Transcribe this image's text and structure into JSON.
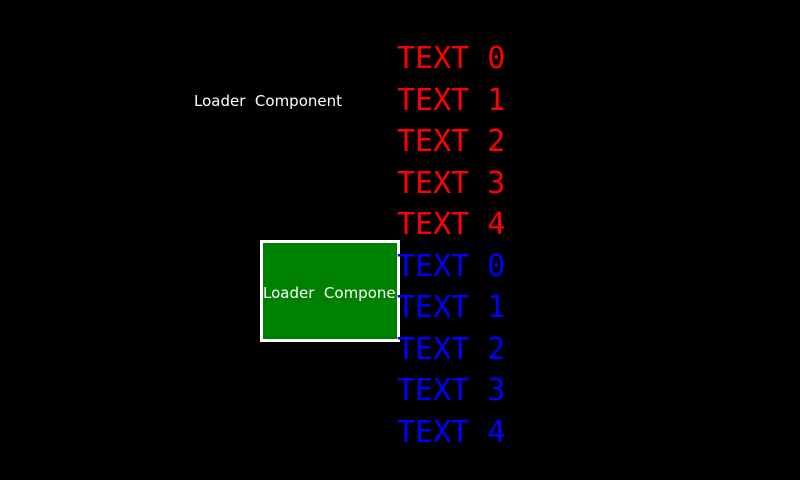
{
  "screen": {
    "background": "#000000"
  },
  "loader_label": {
    "text": "Loader  Component",
    "color": "#ffffff"
  },
  "loader_box": {
    "text": "Loader  Component",
    "fill": "#008000",
    "border_color": "#ffffff",
    "text_color": "#ffffff"
  },
  "text_list": {
    "items": [
      {
        "label": "TEXT 0",
        "color": "#ff0000"
      },
      {
        "label": "TEXT 1",
        "color": "#ff0000"
      },
      {
        "label": "TEXT 2",
        "color": "#ff0000"
      },
      {
        "label": "TEXT 3",
        "color": "#ff0000"
      },
      {
        "label": "TEXT 4",
        "color": "#ff0000"
      },
      {
        "label": "TEXT 0",
        "color": "#0000ff"
      },
      {
        "label": "TEXT 1",
        "color": "#0000ff"
      },
      {
        "label": "TEXT 2",
        "color": "#0000ff"
      },
      {
        "label": "TEXT 3",
        "color": "#0000ff"
      },
      {
        "label": "TEXT 4",
        "color": "#0000ff"
      }
    ]
  }
}
